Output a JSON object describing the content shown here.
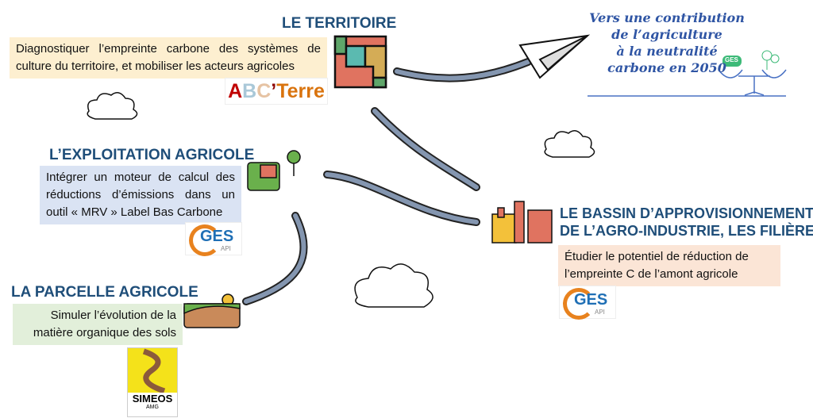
{
  "goal": {
    "lines": [
      "Vers une contribution",
      "de l’agriculture",
      "à la neutralité",
      "carbone en 2050"
    ],
    "ges_badge": "GES"
  },
  "territoire": {
    "title": "LE TERRITOIRE",
    "text": "Diagnostiquer l’empreinte carbone des systèmes de culture du territoire, et mobiliser les acteurs agricoles",
    "logo": {
      "parts": [
        "A",
        "B",
        "C",
        "’",
        "Terre"
      ]
    }
  },
  "exploitation": {
    "title": "L’EXPLOITATION AGRICOLE",
    "text": "Intégrer un moteur de calcul des réductions d’émissions dans un outil « MRV » Label Bas Carbone",
    "logo": {
      "name": "GES",
      "sub": "API"
    }
  },
  "parcelle": {
    "title": "LA PARCELLE AGRICOLE",
    "text": "Simuler l’évolution de la matière organique des sols",
    "logo": {
      "name": "SIMEOS",
      "sub": "AMG"
    }
  },
  "bassin": {
    "title_lines": [
      "LE BASSIN D’APPROVISIONNEMENT",
      "DE L’AGRO-INDUSTRIE, LES FILIÈRES"
    ],
    "text": "Étudier le potentiel de réduction de l’empreinte C de l’amont agricole",
    "logo": {
      "name": "GES",
      "sub": "API"
    }
  },
  "colors": {
    "title": "#1f4e79",
    "yellow": "#fdefd0",
    "blue": "#dae3f3",
    "green": "#e2efda",
    "peach": "#fbe5d6"
  }
}
